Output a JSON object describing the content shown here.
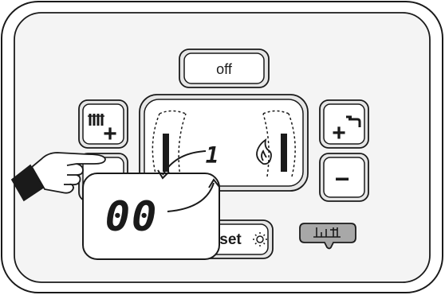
{
  "panel": {
    "off_button_label": "off",
    "heating_plus_symbol": "+",
    "dhw_plus_symbol": "+",
    "dhw_minus_symbol": "−",
    "set_button_label": "set",
    "reset_button_icon": "reset-lock-icon"
  },
  "display": {
    "indicator_digit": "1",
    "flame_icon": "flame-icon"
  },
  "zoom_display": {
    "value": "00"
  },
  "icons": {
    "heating": "radiator-icon",
    "dhw": "tap-icon",
    "hand": "pointing-hand-icon",
    "sun": "sun-icon"
  },
  "colors": {
    "stroke": "#1a1a1a",
    "panel_bg": "#f4f4f4",
    "button_bg": "#ffffff",
    "reset_button_fill": "#a8a8a8"
  }
}
